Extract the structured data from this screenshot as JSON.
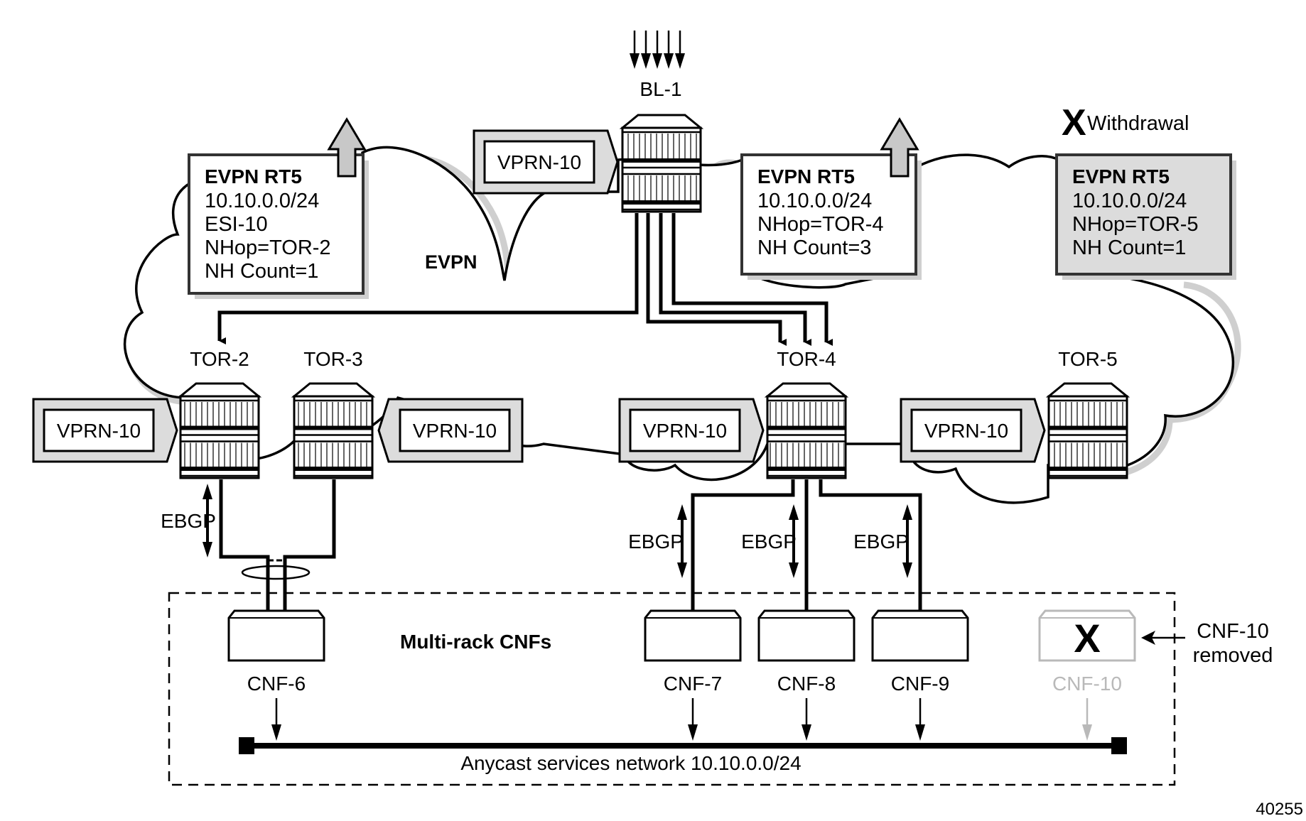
{
  "figure_id": "40255",
  "routers": {
    "bl1": {
      "label": "BL-1"
    },
    "tor2": {
      "label": "TOR-2"
    },
    "tor3": {
      "label": "TOR-3"
    },
    "tor4": {
      "label": "TOR-4"
    },
    "tor5": {
      "label": "TOR-5"
    }
  },
  "vprn_label": "VPRN-10",
  "evpn_cloud_label": "EVPN",
  "route_boxes": [
    {
      "id": "rt5-tor2",
      "title": "EVPN RT5",
      "lines": [
        "10.10.0.0/24",
        "ESI-10",
        "NHop=TOR-2",
        "NH Count=1"
      ],
      "state": "advertised"
    },
    {
      "id": "rt5-tor4",
      "title": "EVPN RT5",
      "lines": [
        "10.10.0.0/24",
        "NHop=TOR-4",
        "NH Count=3"
      ],
      "state": "advertised"
    },
    {
      "id": "rt5-tor5",
      "title": "EVPN RT5",
      "lines": [
        "10.10.0.0/24",
        "NHop=TOR-5",
        "NH Count=1"
      ],
      "state": "withdrawn"
    }
  ],
  "withdrawal_label": "Withdrawal",
  "withdrawal_mark": "X",
  "ebgp_label": "EBGP",
  "cnf_group_label": "Multi-rack CNFs",
  "cnfs": [
    {
      "label": "CNF-6",
      "removed": false
    },
    {
      "label": "CNF-7",
      "removed": false
    },
    {
      "label": "CNF-8",
      "removed": false
    },
    {
      "label": "CNF-9",
      "removed": false
    },
    {
      "label": "CNF-10",
      "removed": true
    }
  ],
  "removed_mark": "X",
  "removed_note": [
    "CNF-10",
    "removed"
  ],
  "network_label": "Anycast services network 10.10.0.0/24",
  "colors": {
    "line": "#000000",
    "vprn_fill": "#dcdcdc",
    "withdrawn_fill": "#dcdcdc",
    "arrow_fill": "#c8c8c8",
    "removed_gray": "#b9b9b9",
    "shadow": "#cfcfcf"
  }
}
